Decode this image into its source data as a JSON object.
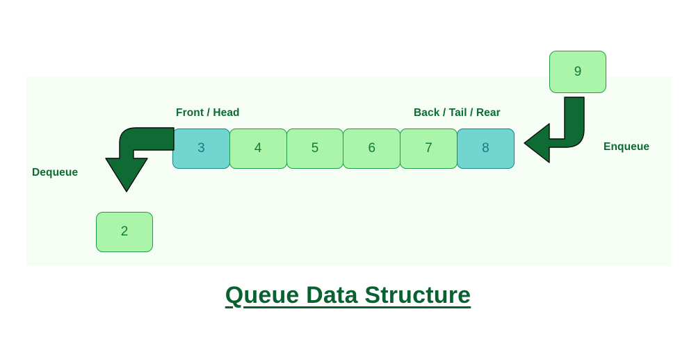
{
  "title": "Queue Data Structure",
  "panel": {
    "background_color": "#f5fdf5"
  },
  "queue": {
    "cells": [
      {
        "value": "3",
        "style": "teal"
      },
      {
        "value": "4",
        "style": "green"
      },
      {
        "value": "5",
        "style": "green"
      },
      {
        "value": "6",
        "style": "green"
      },
      {
        "value": "7",
        "style": "green"
      },
      {
        "value": "8",
        "style": "teal"
      }
    ],
    "front_label": "Front / Head",
    "back_label": "Back / Tail / Rear"
  },
  "enqueue": {
    "label": "Enqueue",
    "value": "9",
    "arrow_color": "#0d6b33",
    "direction": "down-then-left"
  },
  "dequeue": {
    "label": "Dequeue",
    "value": "2",
    "arrow_color": "#0d6b33",
    "direction": "left-then-down"
  },
  "colors": {
    "green_fill": "#abf5ab",
    "green_border": "#1f9d4d",
    "teal_fill": "#73d5d0",
    "teal_border": "#19857f",
    "text_green": "#0d6b33",
    "title_green": "#0a6130"
  }
}
